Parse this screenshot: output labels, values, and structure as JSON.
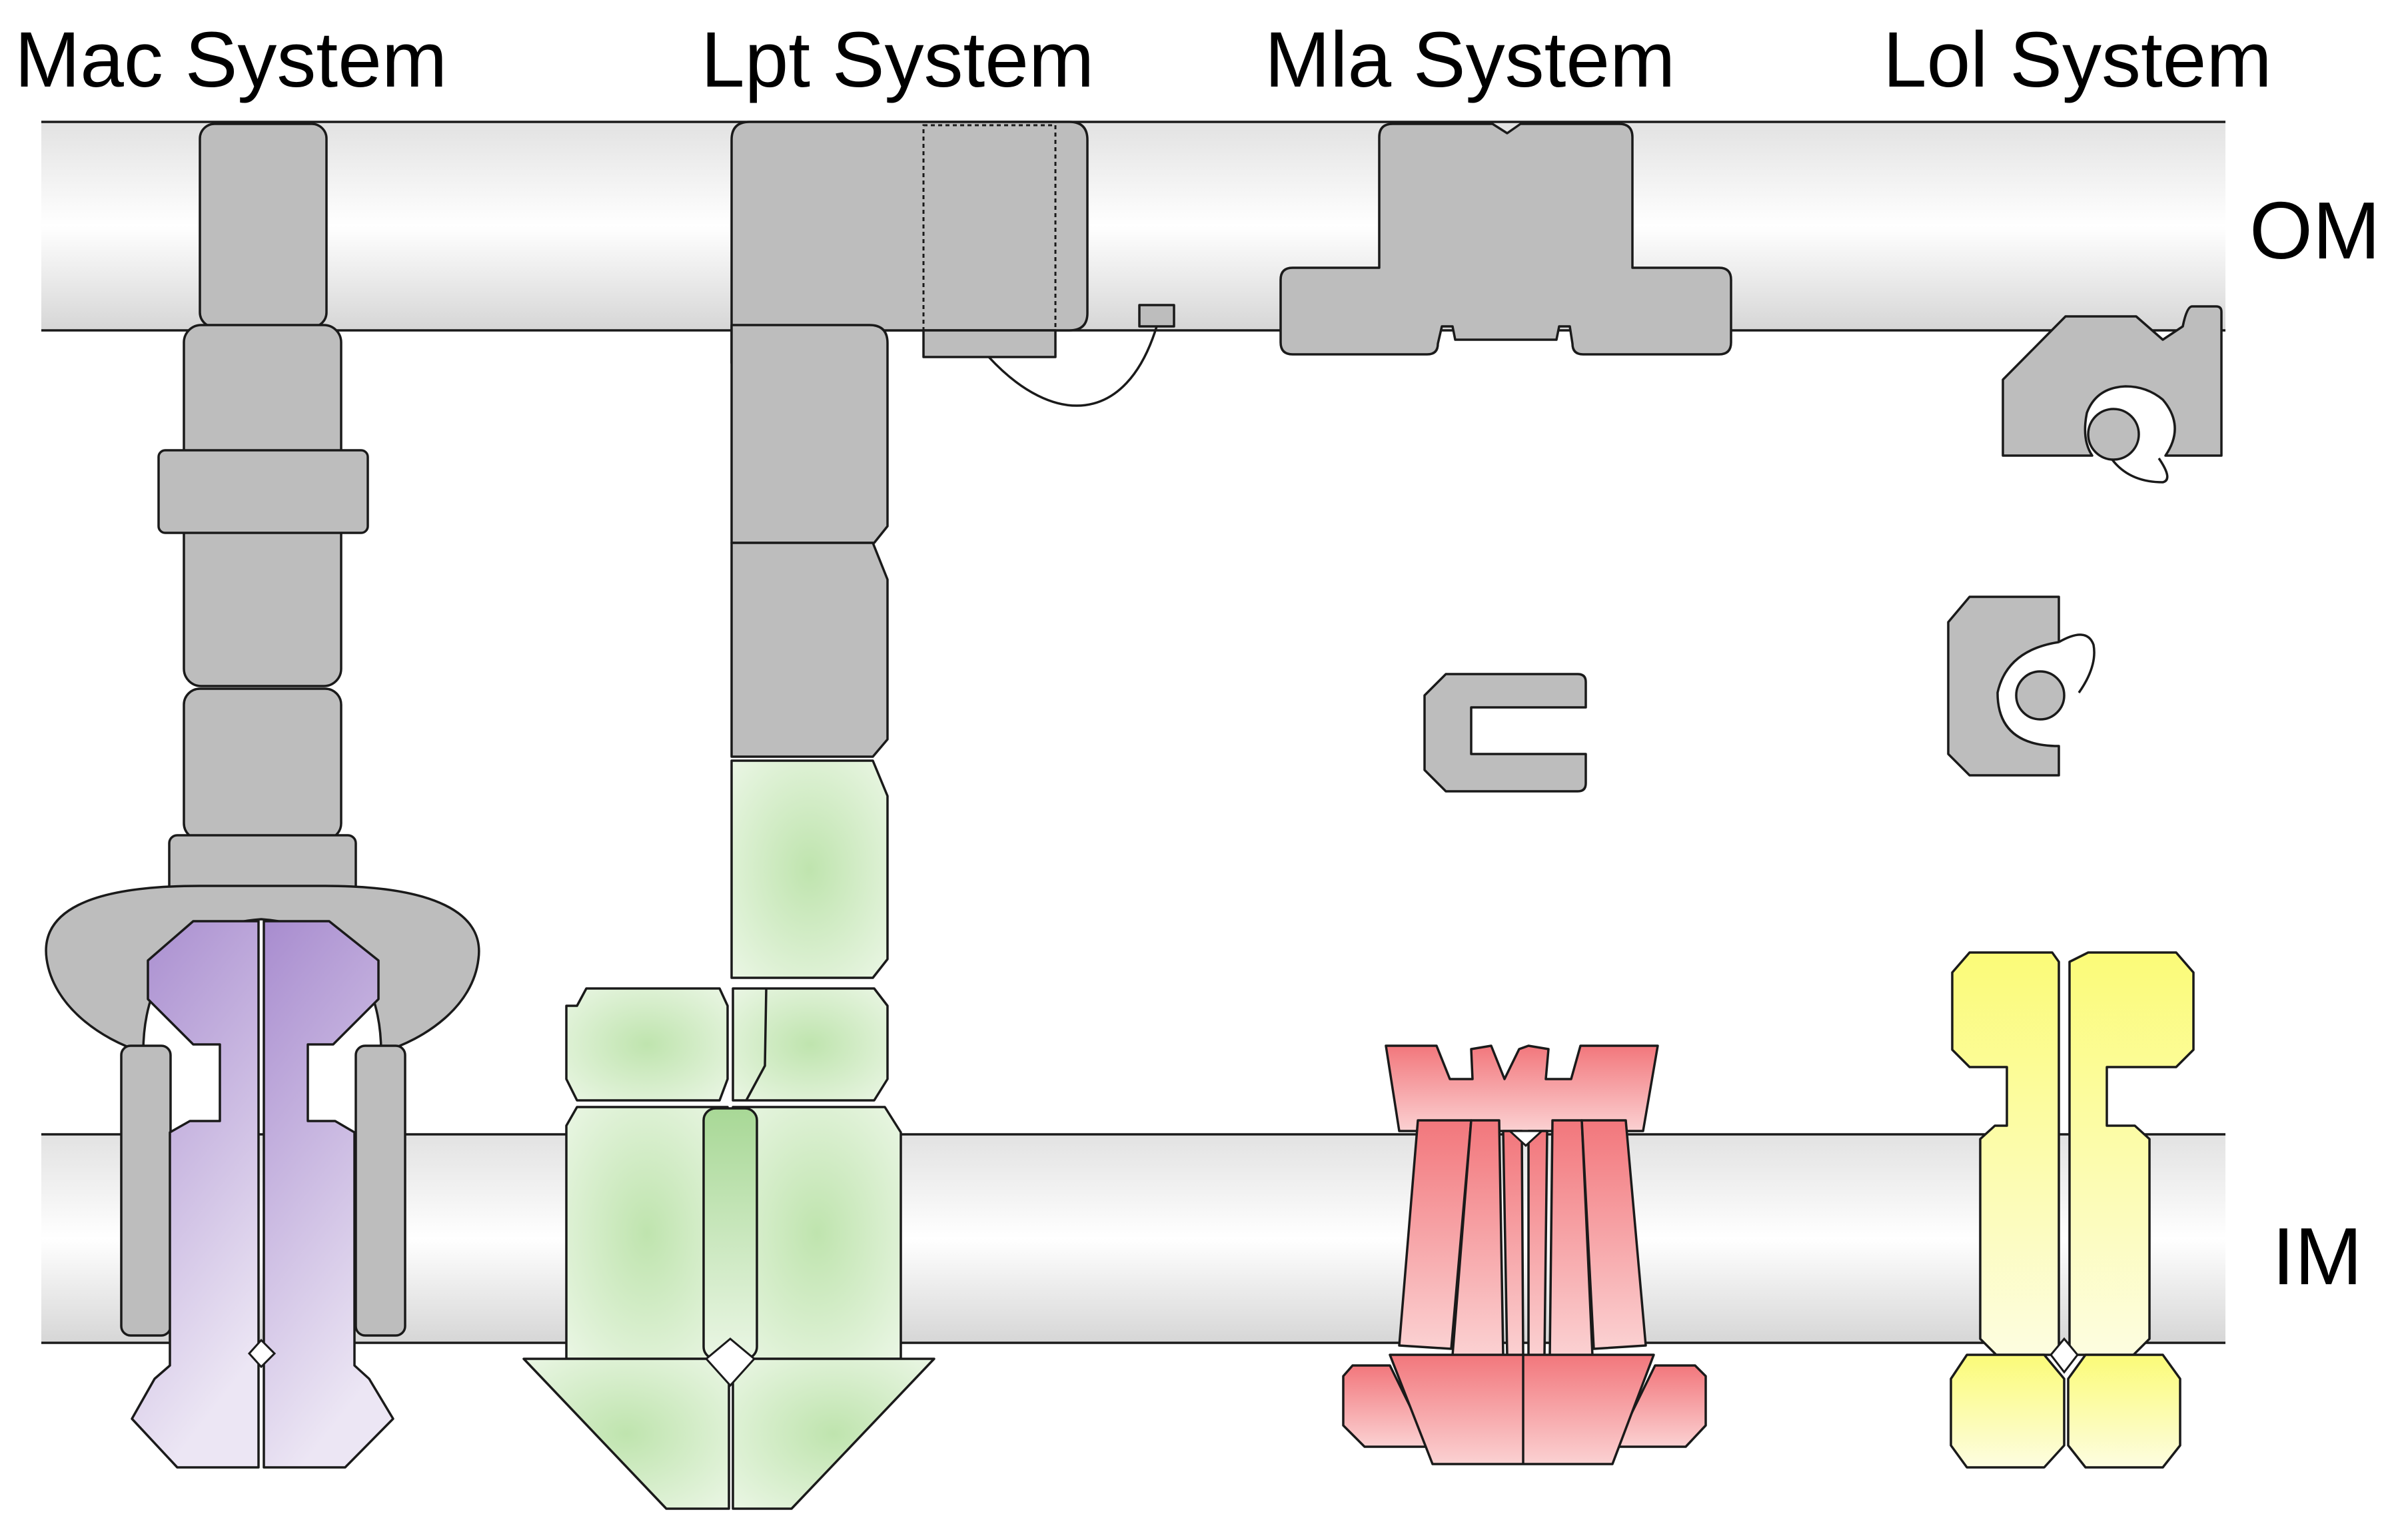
{
  "systems": [
    {
      "id": "mac",
      "title": "Mac System"
    },
    {
      "id": "lpt",
      "title": "Lpt System"
    },
    {
      "id": "mla",
      "title": "Mla System"
    },
    {
      "id": "lol",
      "title": "Lol System"
    }
  ],
  "membranes": {
    "outer": {
      "label": "OM"
    },
    "inner": {
      "label": "IM"
    }
  },
  "colors": {
    "membrane_edge": "#e4e4e4",
    "membrane_core": "#ffffff",
    "periplasmic_protein": "#bdbdbd",
    "mac_inner": "#a98fd0",
    "lpt_inner": "#c2e6b3",
    "mla_inner": "#f07f83",
    "lol_inner": "#fbfb82"
  }
}
